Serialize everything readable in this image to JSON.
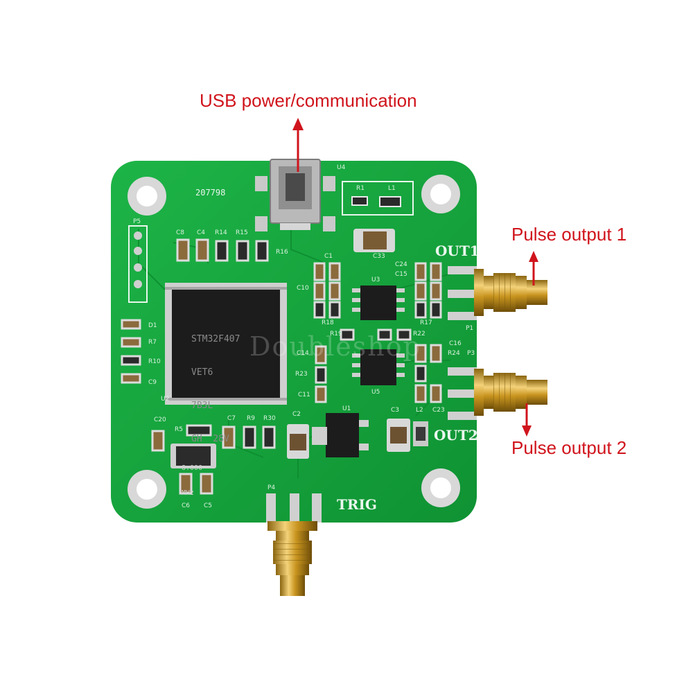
{
  "callouts": {
    "usb": "USB power/communication",
    "out1": "Pulse output 1",
    "out2": "Pulse output 2"
  },
  "board": {
    "label_out1": "OUT1",
    "label_out2": "OUT2",
    "label_trig": "TRIG",
    "serial": "207798",
    "designators": {
      "u4": "U4",
      "r1": "R1",
      "l1": "L1",
      "p5": "P5",
      "c8": "C8",
      "c4": "C4",
      "r14": "R14",
      "r15": "R15",
      "r16": "R16",
      "c1": "C1",
      "c33": "C33",
      "c24": "C24",
      "c15": "C15",
      "u3": "U3",
      "r17": "R17",
      "p1": "P1",
      "r18": "R18",
      "r19": "R19",
      "r22": "R22",
      "c16": "C16",
      "r24": "R24",
      "p3": "P3",
      "c14": "C14",
      "r23": "R23",
      "c11": "C11",
      "u5": "U5",
      "d1": "D1",
      "r7": "R7",
      "r10": "R10",
      "c9": "C9",
      "u2": "U2",
      "c20": "C20",
      "r5": "R5",
      "c7": "C7",
      "r9": "R9",
      "r30": "R30",
      "c2": "C2",
      "u1": "U1",
      "c3": "C3",
      "l2": "L2",
      "c23": "C23",
      "c6": "C6",
      "c5": "C5",
      "p4": "P4",
      "c10": "C10"
    },
    "mcu_marking": [
      "STM32F407",
      "VET6",
      "7B3L",
      "GH  28V"
    ],
    "crystal_marking": [
      "8.000",
      "MHz"
    ]
  },
  "watermark": "Doubleshop",
  "colors": {
    "pcb": "#14a33c",
    "callout": "#d0141c",
    "gold": "#d4a52a",
    "chip": "#1c1c1c"
  }
}
